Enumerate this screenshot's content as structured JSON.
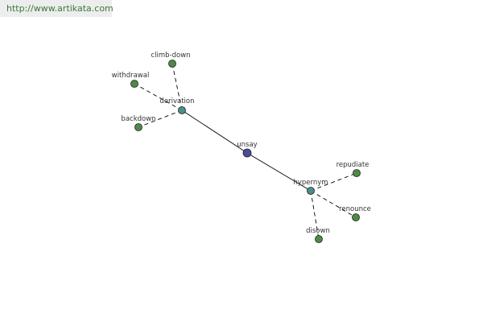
{
  "source": {
    "url_text": "http://www.artikata.com"
  },
  "colors": {
    "root": "#4a4e9a",
    "relation": "#4b8f8a",
    "leaf": "#4e8a46",
    "edge": "#000000"
  },
  "graph": {
    "root": {
      "id": "unsay",
      "label": "unsay",
      "kind": "root"
    },
    "relations": [
      {
        "id": "derivation",
        "label": "derivation",
        "kind": "relation"
      },
      {
        "id": "hypernym",
        "label": "hypernym",
        "kind": "relation"
      }
    ],
    "leaves": [
      {
        "id": "climb-down",
        "label": "climb-down",
        "parent": "derivation"
      },
      {
        "id": "withdrawal",
        "label": "withdrawal",
        "parent": "derivation"
      },
      {
        "id": "backdown",
        "label": "backdown",
        "parent": "derivation"
      },
      {
        "id": "repudiate",
        "label": "repudiate",
        "parent": "hypernym"
      },
      {
        "id": "renounce",
        "label": "renounce",
        "parent": "hypernym"
      },
      {
        "id": "disown",
        "label": "disown",
        "parent": "hypernym"
      }
    ]
  }
}
